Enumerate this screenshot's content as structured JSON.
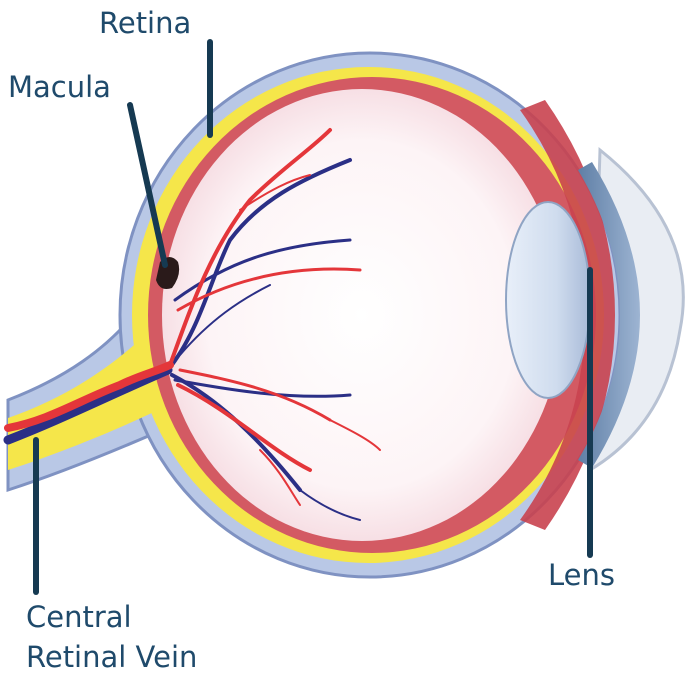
{
  "labels": {
    "retina": "Retina",
    "macula": "Macula",
    "lens": "Lens",
    "vein_line1": "Central",
    "vein_line2": "Retinal Vein"
  },
  "colors": {
    "label_text": "#1f4a6b",
    "leader_line": "#163a52",
    "sclera_outer": "#b9c8e6",
    "sclera_edge": "#7f92c2",
    "retina_yellow": "#f5e64a",
    "choroid": "#c94a55",
    "vitreous": "#fcf0f3",
    "artery": "#e4363a",
    "vein": "#2b2f86",
    "lens": "#c9d8ee",
    "cornea": "#e6ecf4",
    "macula": "#2a1a1a"
  }
}
